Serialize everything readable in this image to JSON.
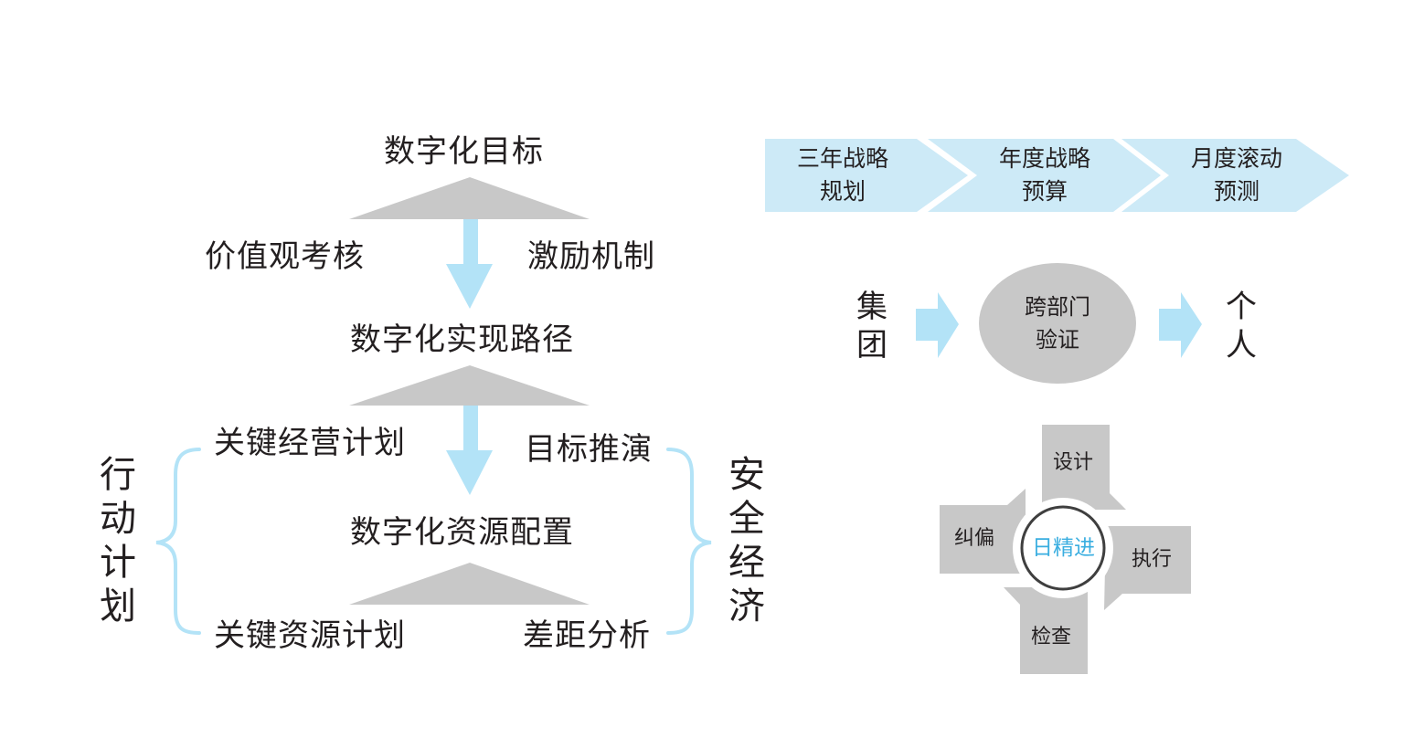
{
  "colors": {
    "accent_light_blue": "#b3e3f7",
    "chevron_fill": "#cdeaf7",
    "gray_fill": "#c8c8c8",
    "text_dark": "#231f20",
    "center_text": "#3aaee0",
    "circle_stroke": "#3f3f3f"
  },
  "left_diagram": {
    "goal_title": "数字化目标",
    "left_driver": "价值观考核",
    "right_driver": "激励机制",
    "path_title": "数字化实现路径",
    "left_top_plan": "关键经营计划",
    "right_top_plan": "目标推演",
    "resource_title": "数字化资源配置",
    "left_bottom_plan": "关键资源计划",
    "right_bottom_plan": "差距分析",
    "left_group_label": "行动计划",
    "right_group_label": "安全经济",
    "icons": {
      "arrows": [
        "arrow-down-icon",
        "arrow-down-icon"
      ],
      "triangles": [
        "triangle-icon",
        "triangle-icon",
        "triangle-icon"
      ],
      "braces": [
        "brace-left-icon",
        "brace-right-icon"
      ]
    }
  },
  "right_diagram": {
    "chevrons": [
      {
        "line1": "三年战略",
        "line2": "规划"
      },
      {
        "line1": "年度战略",
        "line2": "预算"
      },
      {
        "line1": "月度滚动",
        "line2": "预测"
      }
    ],
    "flow": {
      "start": "集团",
      "middle_line1": "跨部门",
      "middle_line2": "验证",
      "end": "个人",
      "icons": [
        "arrow-right-icon",
        "arrow-right-icon"
      ]
    },
    "cycle": {
      "center": "日精进",
      "petals": [
        "设计",
        "执行",
        "检查",
        "纠偏"
      ]
    }
  }
}
